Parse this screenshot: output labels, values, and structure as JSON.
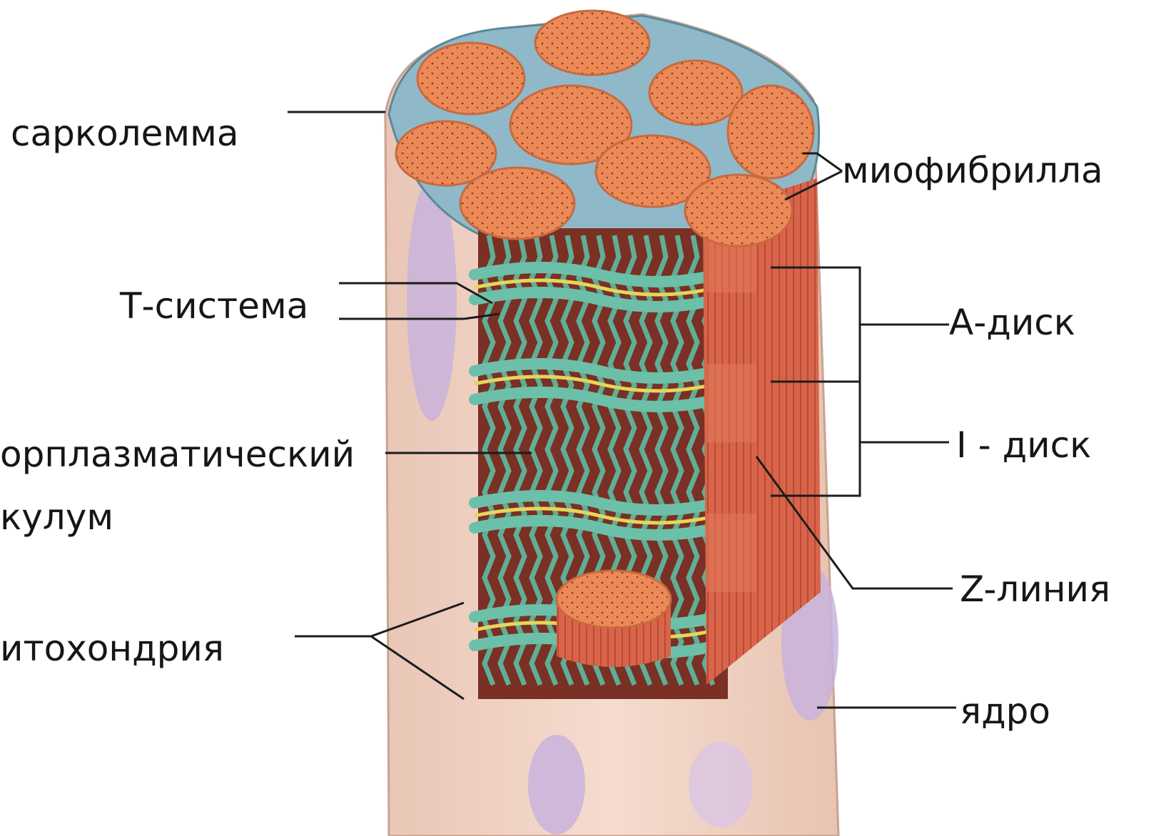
{
  "diagram": {
    "labels_left": {
      "sarcolemma": "сарколемма",
      "t_system": "Т-система",
      "sr_line1": "орплазматический",
      "sr_line2": "кулум",
      "mitochondria": "итохондрия"
    },
    "labels_right": {
      "myofibril": "миофибрилла",
      "a_disc": "А-диск",
      "i_disc": "I - диск",
      "z_line": "Z-линия",
      "nucleus": "ядро"
    },
    "colors": {
      "sarcolemma": "#f0d2c4",
      "nucleus": "#c9b3dc",
      "myofibril_face": "#ec8a57",
      "myofibril_side": "#d8654a",
      "reticulum": "#5fae96",
      "t_tubule": "#e8d45a",
      "leader_line": "#1c1c1c"
    }
  }
}
